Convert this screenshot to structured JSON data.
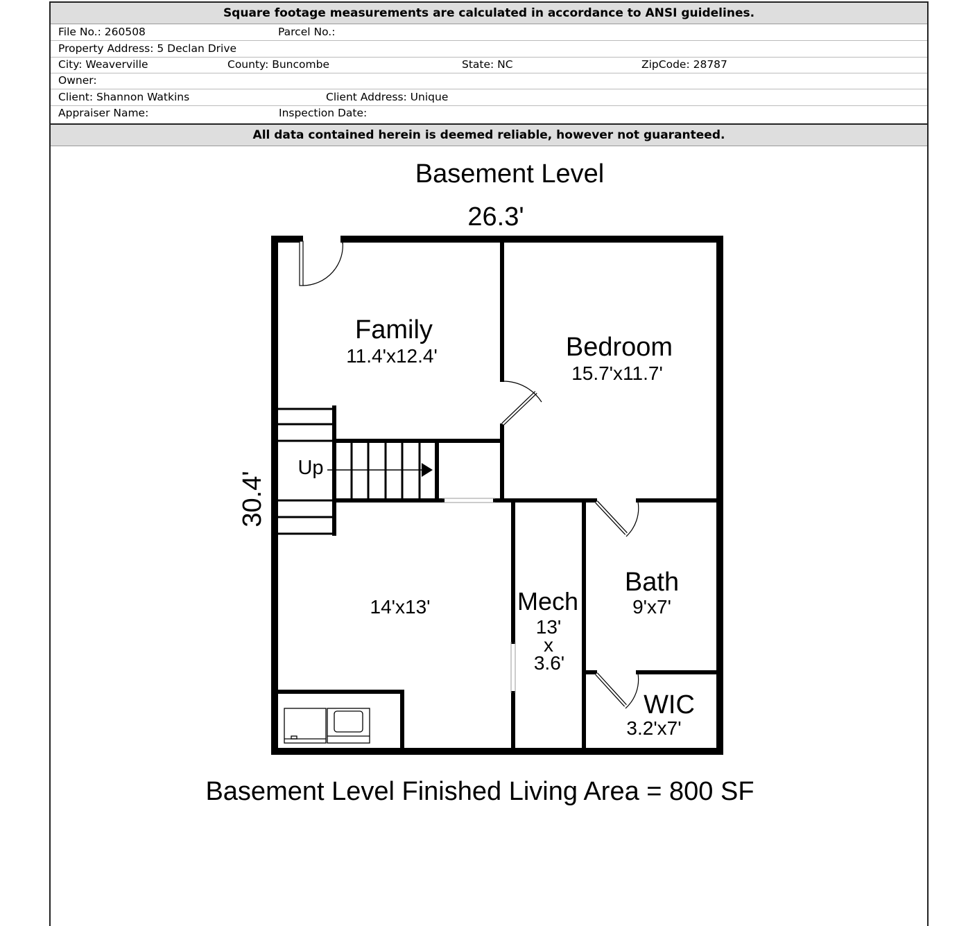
{
  "header": {
    "ansi_note": "Square footage measurements are calculated in accordance to ANSI guidelines.",
    "file_no": "File No.: 260508",
    "parcel_no": "Parcel No.:",
    "property_address": "Property Address: 5 Declan Drive",
    "city": "City: Weaverville",
    "county": "County: Buncombe",
    "state": "State: NC",
    "zip": "ZipCode: 28787",
    "owner": "Owner:",
    "client": "Client: Shannon Watkins",
    "client_address": "Client Address: Unique",
    "appraiser": "Appraiser Name:",
    "inspection_date": "Inspection Date:",
    "disclaimer": "All data contained herein is deemed reliable, however not guaranteed."
  },
  "plan": {
    "level_title": "Basement Level",
    "width_dim": "26.3'",
    "height_dim": "30.4'",
    "stairs_label": "Up",
    "rooms": [
      {
        "name": "Family",
        "size": "11.4'x12.4'"
      },
      {
        "name": "Bedroom",
        "size": "15.7'x11.7'"
      },
      {
        "name": "",
        "size": "14'x13'"
      },
      {
        "name": "Mech",
        "size_lines": [
          "13'",
          "x",
          "3.6'"
        ]
      },
      {
        "name": "Bath",
        "size": "9'x7'"
      },
      {
        "name": "WIC",
        "size": "3.2'x7'"
      }
    ],
    "area_summary": "Basement Level Finished Living Area = 800 SF"
  }
}
